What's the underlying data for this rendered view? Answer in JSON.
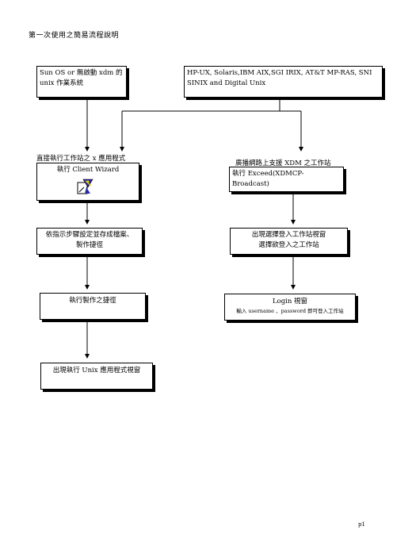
{
  "page_title": "第一次使用之簡易流程說明",
  "left": {
    "start_box": [
      "Sun OS or 無啟動 xdm 的",
      "unix 作業系統"
    ],
    "caption": "直接執行工作站之 x 應用程式",
    "step1_box": "執行 Client Wizard",
    "step1_icon": "client-wizard-icon",
    "step2_box": [
      "依指示步驟設定並存成檔案、",
      "製作捷徑"
    ],
    "step3_box": "執行製作之捷徑",
    "step4_box": "出現執行 Unix 應用程式視窗"
  },
  "right": {
    "start_box": [
      "HP-UX, Solaris,IBM AIX,SGI IRIX, AT&T MP-RAS, SNI",
      "SINIX and Digital Unix"
    ],
    "caption": "廣播網路上支援 XDM 之工作站",
    "step1_box": "執行 Exceed(XDMCP-Broadcast)",
    "step2_box": [
      "出現選擇登入工作站視窗",
      "選擇欲登入之工作站"
    ],
    "step3_box": [
      "Login 視窗",
      "輸入 username 、password 即可登入工作站"
    ]
  },
  "footer": "p1"
}
